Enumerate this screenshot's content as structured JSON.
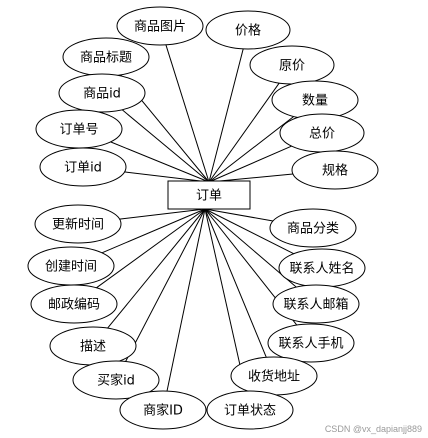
{
  "diagram": {
    "entity": "订单",
    "attributes": [
      "商品图片",
      "价格",
      "商品标题",
      "原价",
      "商品id",
      "数量",
      "订单号",
      "总价",
      "订单id",
      "规格",
      "更新时间",
      "商品分类",
      "创建时间",
      "联系人姓名",
      "邮政编码",
      "联系人邮箱",
      "描述",
      "联系人手机",
      "买家id",
      "收货地址",
      "商家ID",
      "订单状态"
    ]
  },
  "watermark": "CSDN @vx_dapianjj889"
}
